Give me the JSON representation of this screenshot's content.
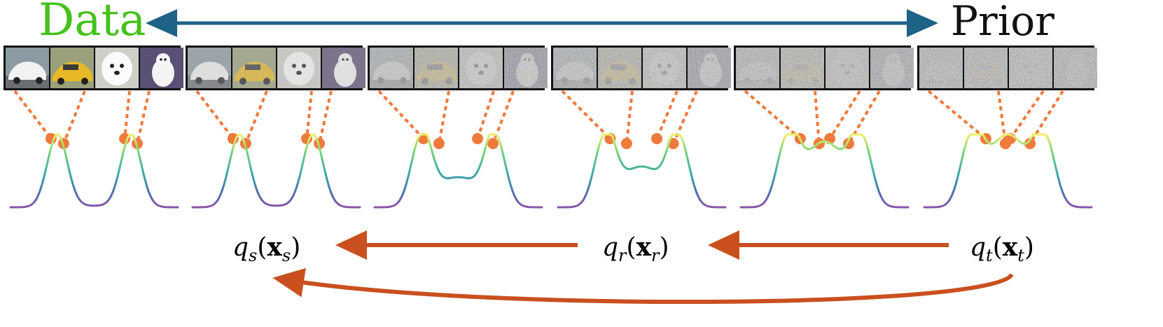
{
  "header": {
    "left_label": "Data",
    "right_label": "Prior",
    "left_color": "#44c21b",
    "right_color": "#111111",
    "arrow_color": "#1e6285"
  },
  "strip": {
    "groups": [
      {
        "id": "g1",
        "noise": 0.0
      },
      {
        "id": "g2",
        "noise": 0.35
      },
      {
        "id": "g3",
        "noise": 0.8
      },
      {
        "id": "g4",
        "noise": 0.85
      },
      {
        "id": "g5",
        "noise": 0.92
      },
      {
        "id": "g6",
        "noise": 0.97
      }
    ],
    "image_subjects": [
      "white-car",
      "yellow-car",
      "white-dog",
      "white-dog-sitting"
    ],
    "connector_color": "#ef7a3b",
    "point_color": "#ef7a3b"
  },
  "densities": {
    "valley_depth": [
      1.0,
      1.0,
      0.6,
      0.45,
      0.1,
      0.0
    ]
  },
  "formula": {
    "labels": [
      {
        "id": "s",
        "var": "q",
        "sub": "s",
        "arg": "x",
        "argsub": "s"
      },
      {
        "id": "r",
        "var": "q",
        "sub": "r",
        "arg": "x",
        "argsub": "r"
      },
      {
        "id": "t",
        "var": "q",
        "sub": "t",
        "arg": "x",
        "argsub": "t"
      }
    ],
    "arrow_color": "#c9501e"
  }
}
